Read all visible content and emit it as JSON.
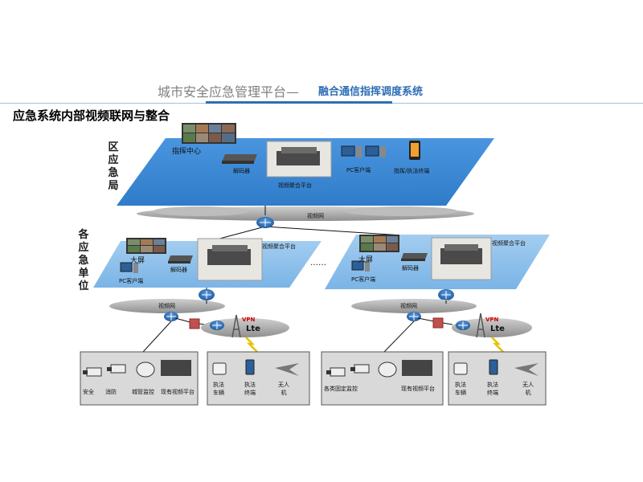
{
  "header": {
    "title_main": "城市安全应急管理平台—",
    "title_sub": "融合通信指挥调度系统"
  },
  "section_title": "应急系统内部视频联网与整合",
  "side_labels": {
    "district": "区应急局",
    "units": "各应急单位"
  },
  "district_platform": {
    "command_center": "指挥中心",
    "decoder": "解码器",
    "video_platform": "视频聚合平台",
    "pc_client": "PC客户端",
    "mobile": "指挥/执法终端"
  },
  "cloud_top": {
    "label": "视频网"
  },
  "unit_left": {
    "big_screen": "大屏",
    "decoder": "解码器",
    "pc_client": "PC客户端",
    "video_platform": "视频聚合平台",
    "cloud": "视频网"
  },
  "unit_right": {
    "big_screen": "大屏",
    "decoder": "解码器",
    "pc_client": "PC客户端",
    "video_platform": "视频聚合平台",
    "cloud": "视频网"
  },
  "ellipsis": "……",
  "vpn_left": "VPN",
  "vpn_right": "VPN",
  "lte_left": "Lte",
  "lte_right": "Lte",
  "box1": {
    "items": [
      "安全",
      "消防",
      "城管监控",
      "现有视频平台"
    ]
  },
  "box2": {
    "items": [
      "执法\n车辆",
      "执法\n终端",
      "无人\n机"
    ]
  },
  "box3": {
    "items": [
      "各类固定监控",
      "现有视频平台"
    ]
  },
  "box4": {
    "items": [
      "执法\n车辆",
      "执法\n终端",
      "无人\n机"
    ]
  },
  "colors": {
    "platform_blue": "#3a86d4",
    "unit_blue": "#8cc0ec",
    "box_gray": "#d9d9d9",
    "router_blue": "#2d6ab0",
    "header_line": "#2e6eb5"
  }
}
